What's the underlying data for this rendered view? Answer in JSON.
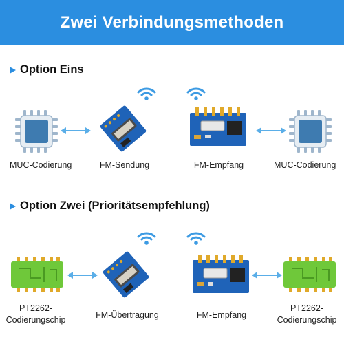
{
  "banner": {
    "title": "Zwei Verbindungsmethoden"
  },
  "option1": {
    "heading": "Option Eins",
    "labels": [
      "MUC-Codierung",
      "FM-Sendung",
      "FM-Empfang",
      "MUC-Codierung"
    ]
  },
  "option2": {
    "heading": "Option Zwei (Prioritätsempfehlung)",
    "labels": [
      {
        "line1": "PT2262-",
        "line2": "Codierungschip"
      },
      "FM-Übertragung",
      "FM-Empfang",
      {
        "line1": "PT2262-",
        "line2": "Codierungschip"
      }
    ]
  },
  "colors": {
    "banner": "#2b8ee0",
    "accent": "#2b8ee0",
    "arrow": "#5aaee8",
    "mcu_body": "#3e7bb0",
    "pcb_blue": "#1f63b8",
    "chip_green": "#6fc83a",
    "pin_gold": "#e0a92a"
  },
  "icons": [
    "wifi-icon",
    "microcontroller-icon",
    "rf-module-icon",
    "green-chip-icon",
    "double-arrow-icon"
  ]
}
